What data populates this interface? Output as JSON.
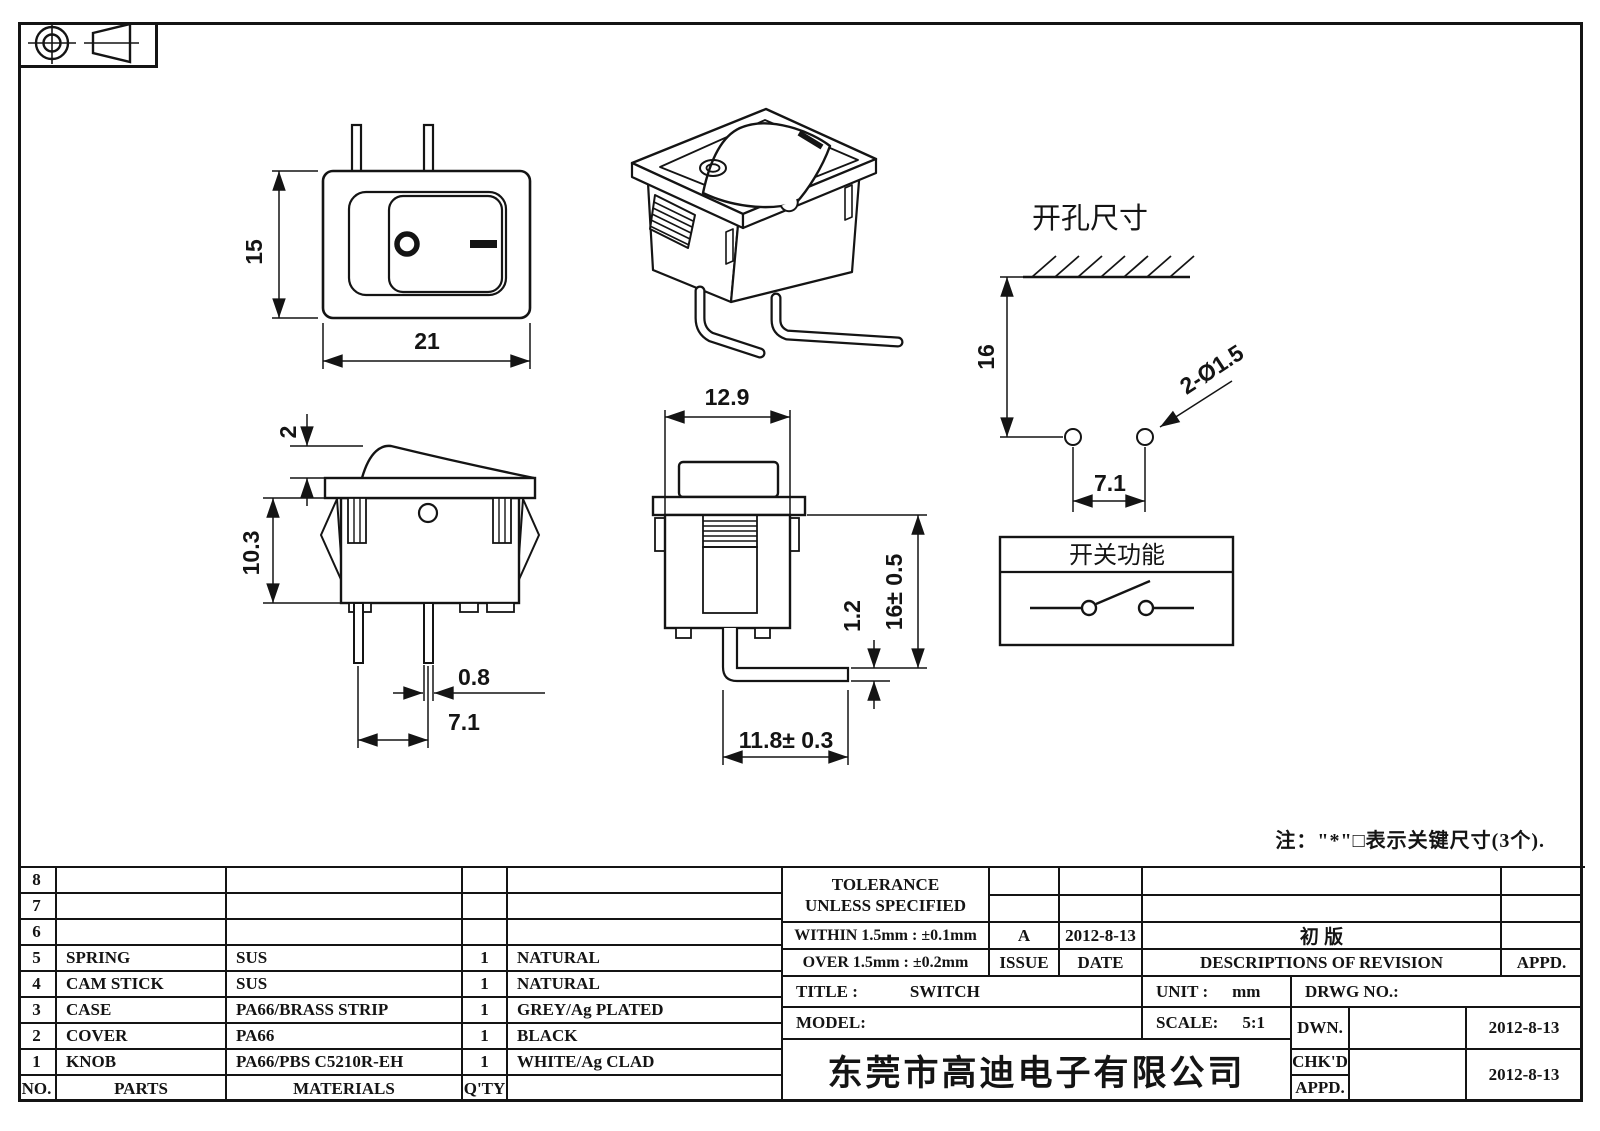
{
  "views": {
    "front": {
      "dim_height": "15",
      "dim_width": "21"
    },
    "side": {
      "dim_rocker_height": "2",
      "dim_body_height": "10.3",
      "dim_pin_width": "0.8",
      "dim_pin_pitch": "7.1"
    },
    "end": {
      "dim_width": "12.9",
      "dim_height": "16± 0.5",
      "dim_pin_thickness": "1.2",
      "dim_pin_reach": "11.8± 0.3"
    },
    "hole_layout": {
      "title": "开孔尺寸",
      "dim_depth": "16",
      "dim_pitch": "7.1",
      "dim_holes": "2-Ø1.5"
    },
    "function": {
      "title": "开关功能"
    }
  },
  "note": "注：\"*\"□表示关键尺寸(3个).",
  "parts_table": {
    "headers": {
      "no": "NO.",
      "parts": "PARTS",
      "materials": "MATERIALS",
      "qty": "Q'TY",
      "color": ""
    },
    "rows": [
      {
        "no": "8",
        "parts": "",
        "materials": "",
        "qty": "",
        "color": ""
      },
      {
        "no": "7",
        "parts": "",
        "materials": "",
        "qty": "",
        "color": ""
      },
      {
        "no": "6",
        "parts": "",
        "materials": "",
        "qty": "",
        "color": ""
      },
      {
        "no": "5",
        "parts": "SPRING",
        "materials": "SUS",
        "qty": "1",
        "color": "NATURAL"
      },
      {
        "no": "4",
        "parts": "CAM STICK",
        "materials": "SUS",
        "qty": "1",
        "color": "NATURAL"
      },
      {
        "no": "3",
        "parts": "CASE",
        "materials": "PA66/BRASS STRIP",
        "qty": "1",
        "color": "GREY/Ag PLATED"
      },
      {
        "no": "2",
        "parts": "COVER",
        "materials": "PA66",
        "qty": "1",
        "color": "BLACK"
      },
      {
        "no": "1",
        "parts": "KNOB",
        "materials": "PA66/PBS C5210R-EH",
        "qty": "1",
        "color": "WHITE/Ag CLAD"
      }
    ]
  },
  "tolerance": {
    "title_line1": "TOLERANCE",
    "title_line2": "UNLESS  SPECIFIED",
    "within": "WITHIN 1.5mm : ±0.1mm",
    "over": "OVER 1.5mm : ±0.2mm"
  },
  "revision": {
    "issue_value": "A",
    "date_value": "2012-8-13",
    "description_value": "初  版",
    "issue_label": "ISSUE",
    "date_label": "DATE",
    "description_label": "DESCRIPTIONS  OF  REVISION",
    "appd_label": "APPD."
  },
  "title_block": {
    "title_label": "TITLE :",
    "title_value": "SWITCH",
    "unit_label": "UNIT :",
    "unit_value": "mm",
    "drwg_label": "DRWG NO.:",
    "model_label": "MODEL:",
    "scale_label": "SCALE:",
    "scale_value": "5:1",
    "company": "东莞市高迪电子有限公司",
    "dwn_label": "DWN.",
    "dwn_date": "2012-8-13",
    "chkd_label": "CHK'D",
    "appd_label": "APPD.",
    "chkd_appd_date": "2012-8-13"
  }
}
